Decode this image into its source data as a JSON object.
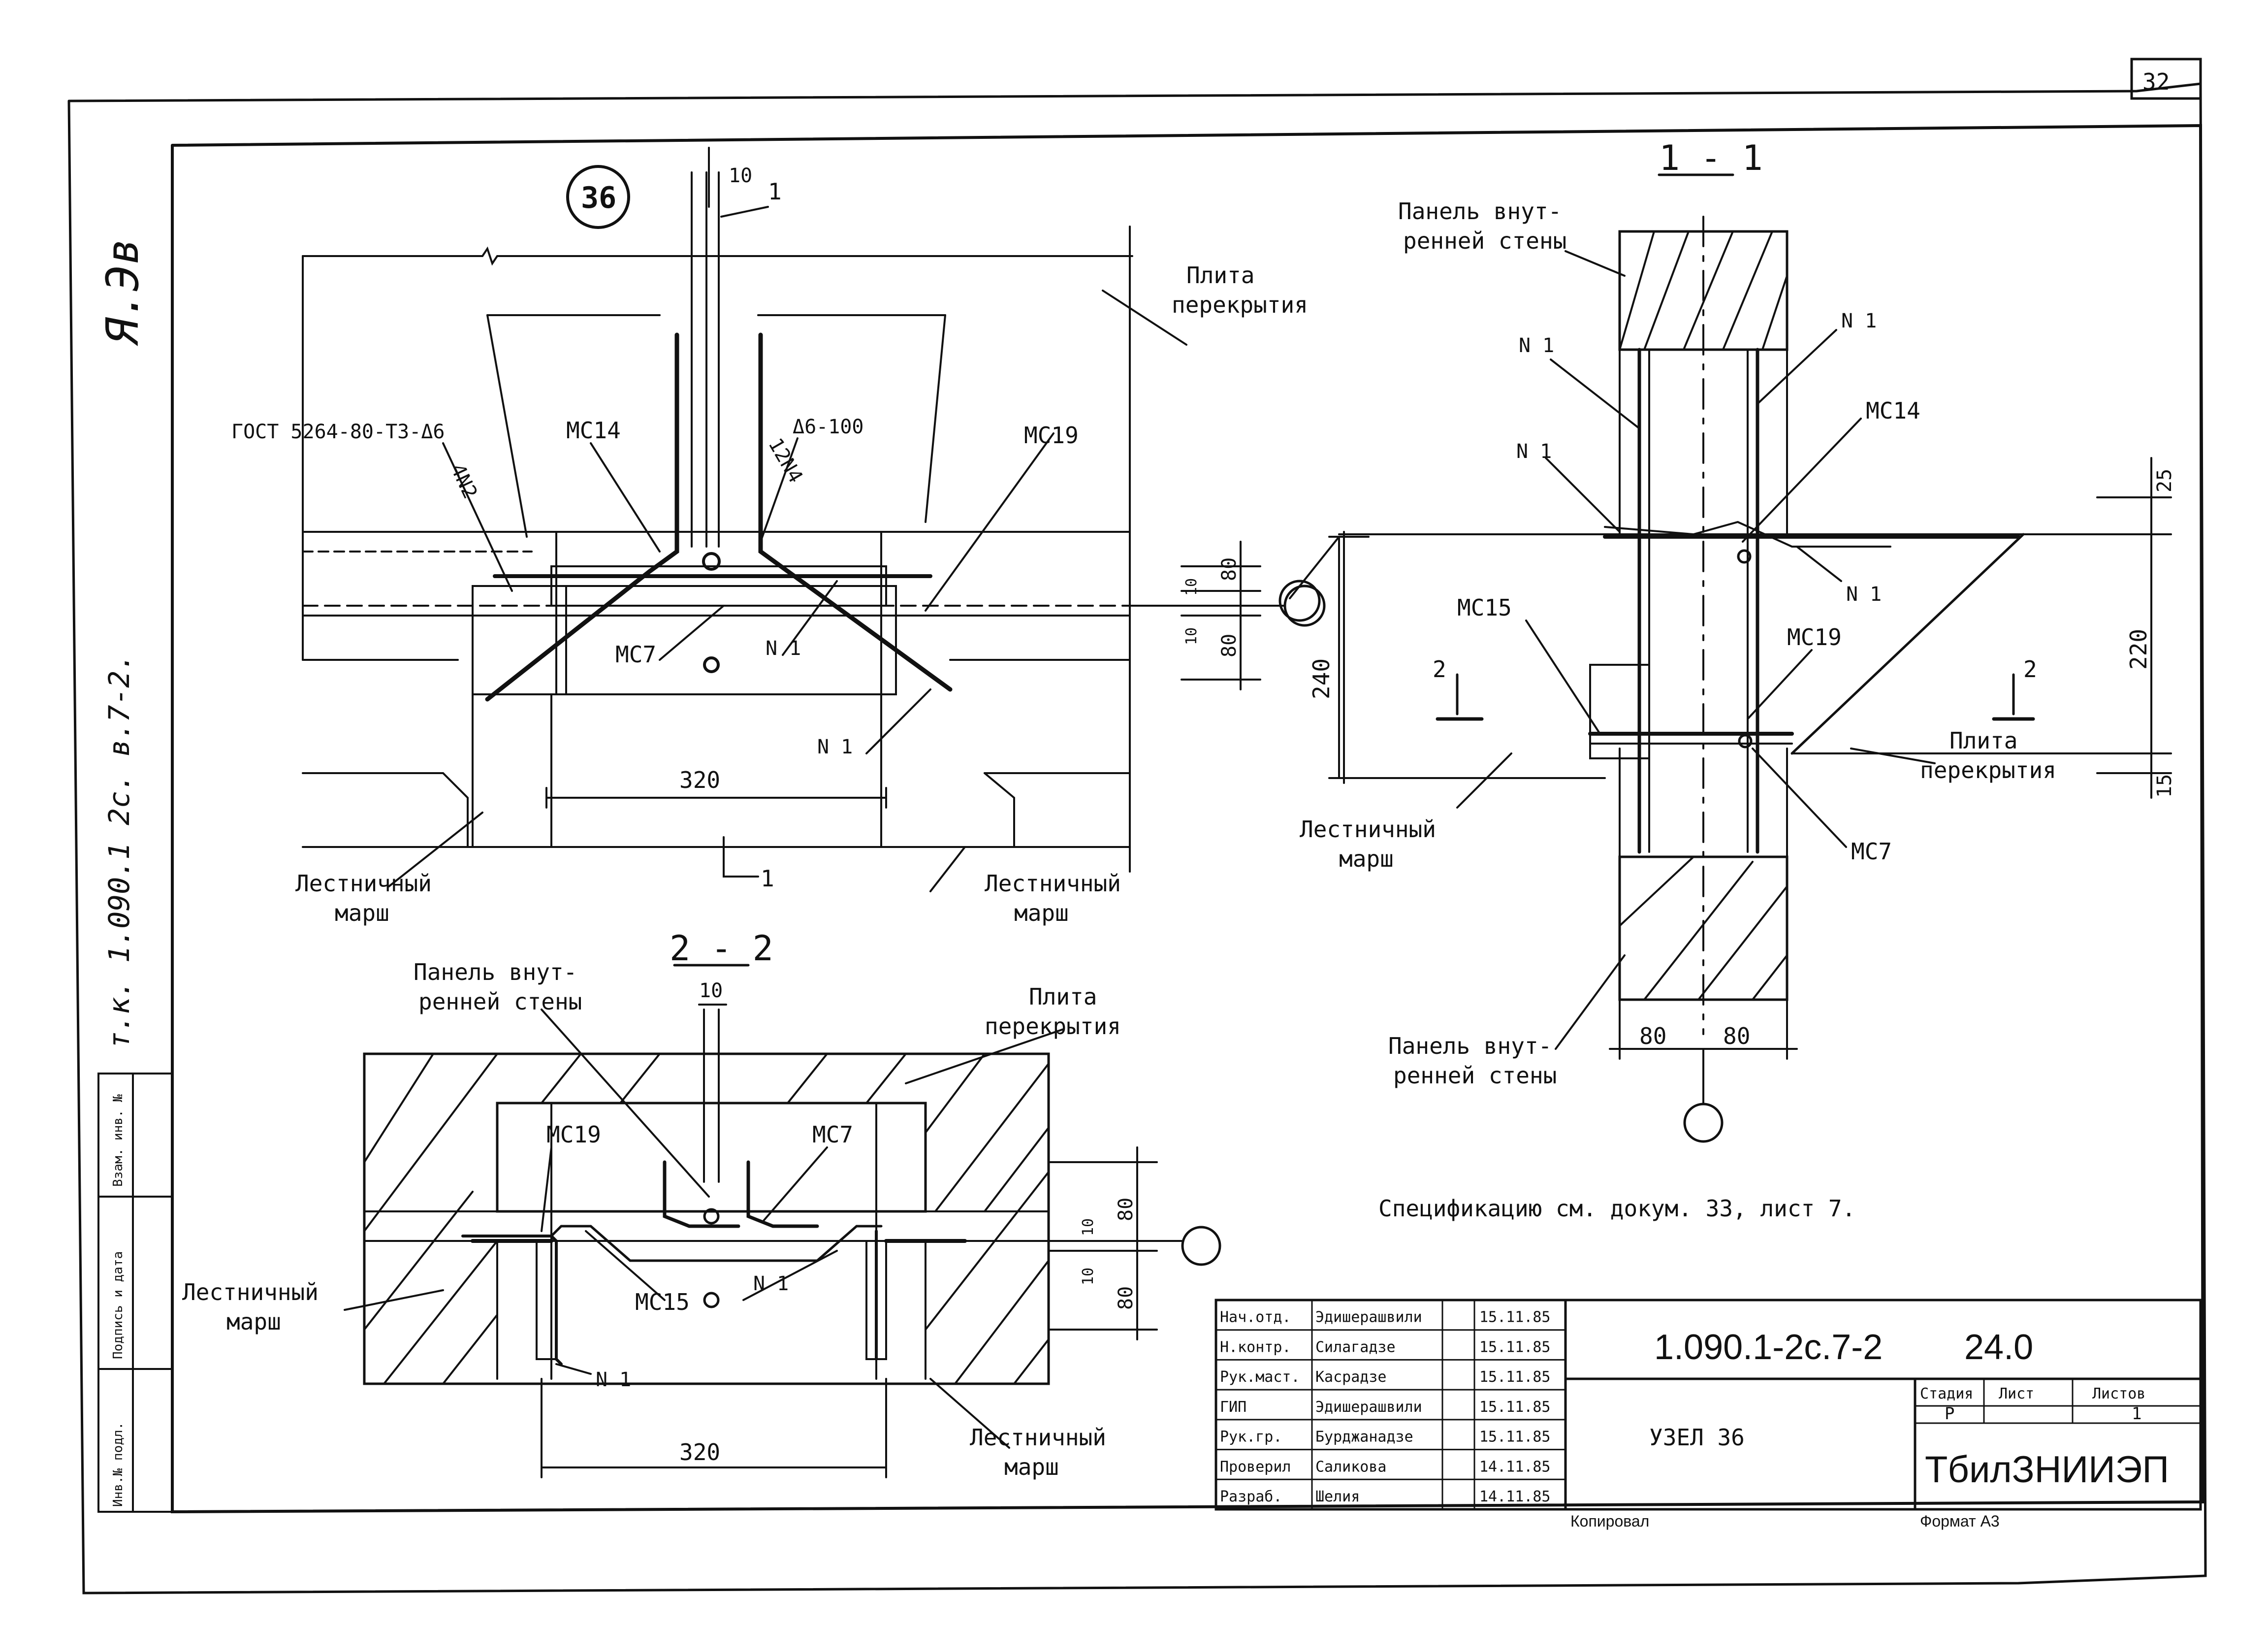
{
  "page_number": "32",
  "node_number": "36",
  "side_note": "т.к. 1.090.1 2с. в.7-2.",
  "margin_signature": "Я.Эв",
  "section_1_1": "1 - 1",
  "section_2_2": "2 - 2",
  "cut_mark": "1",
  "cut_mark_2": "2",
  "labels": {
    "plate": "Плита\nперекрытия",
    "stair": "Лестничный\nмарш",
    "panel": "Панель внут-\nренней стены",
    "gost": "ГОСТ 5264-80-Т3-Δ6",
    "weld": "Δ6-100",
    "weld_count": "12N4",
    "weld_n2": "4N2",
    "mc14": "МС14",
    "mc19": "МС19",
    "mc7": "МС7",
    "mc15": "МС15",
    "n1": "N 1"
  },
  "dims": {
    "d10": "10",
    "d80": "80",
    "d320": "320",
    "d240": "240",
    "d25": "25",
    "d220": "220",
    "d15": "15"
  },
  "spec_note": "Спецификацию см. докум. 33, лист 7.",
  "title_block": {
    "doc_code": "1.090.1-2с.7-2",
    "sheet_code": "24.0",
    "title": "УЗЕЛ 36",
    "org": "ТбилЗНИИЭП",
    "stage_h": "Стадия",
    "sheet_h": "Лист",
    "sheets_h": "Листов",
    "stage": "Р",
    "sheet": "",
    "sheets": "1",
    "copied": "Копировал",
    "format": "Формат А3",
    "rows": [
      {
        "role": "Нач.отд.",
        "name": "Эдишерашвили",
        "date": "15.11.85"
      },
      {
        "role": "Н.контр.",
        "name": "Силагадзе",
        "date": "15.11.85"
      },
      {
        "role": "Рук.маст.",
        "name": "Касрадзе",
        "date": "15.11.85"
      },
      {
        "role": "ГИП",
        "name": "Эдишерашвили",
        "date": "15.11.85"
      },
      {
        "role": "Рук.гр.",
        "name": "Бурджанадзе",
        "date": "15.11.85"
      },
      {
        "role": "Проверил",
        "name": "Саликова",
        "date": "14.11.85"
      },
      {
        "role": "Разраб.",
        "name": "Шелия",
        "date": "14.11.85"
      }
    ]
  },
  "stamp_cols": [
    "Инв.№ подл.",
    "Подпись и дата",
    "Взам. инв. №"
  ]
}
